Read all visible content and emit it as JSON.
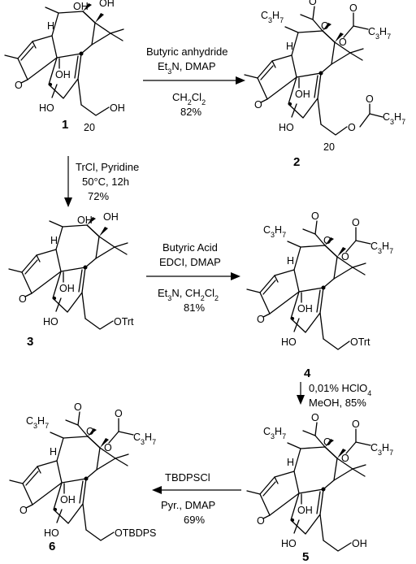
{
  "compounds": [
    {
      "id": "1",
      "c20_label": "20",
      "labels": {
        "oh_top": "OH",
        "oh_top2": "OH",
        "oh_mid": "OH",
        "ho_bottom": "HO",
        "oh_side": "OH",
        "o": "O",
        "h": "H"
      }
    },
    {
      "id": "2",
      "c20_label": "20",
      "labels": {
        "acyl_top": "C3H7",
        "acyl_top2": "C3H7",
        "acyl_side": "C3H7",
        "oh_mid": "OH",
        "ho_bottom": "HO",
        "o": "O",
        "h": "H"
      }
    },
    {
      "id": "3",
      "labels": {
        "oh_top": "OH",
        "oh_top2": "OH",
        "oh_mid": "OH",
        "ho_bottom": "HO",
        "side": "OTrt",
        "o": "O",
        "h": "H"
      }
    },
    {
      "id": "4",
      "labels": {
        "acyl_top": "C3H7",
        "acyl_top2": "C3H7",
        "oh_mid": "OH",
        "ho_bottom": "HO",
        "side": "OTrt",
        "o": "O",
        "h": "H"
      }
    },
    {
      "id": "5",
      "labels": {
        "acyl_top": "C3H7",
        "acyl_top2": "C3H7",
        "oh_mid": "OH",
        "ho_bottom": "HO",
        "side": "OH",
        "o": "O",
        "h": "H"
      }
    },
    {
      "id": "6",
      "labels": {
        "acyl_top": "C3H7",
        "acyl_top2": "C3H7",
        "oh_mid": "OH",
        "ho_bottom": "HO",
        "side": "OTBDPS",
        "o": "O",
        "h": "H"
      }
    }
  ],
  "reactions": [
    {
      "from": "1",
      "to": "2",
      "conditions": [
        "Butyric anhydride",
        "Et3N, DMAP",
        "CH2Cl2",
        "82%"
      ]
    },
    {
      "from": "1",
      "to": "3",
      "conditions": [
        "TrCl, Pyridine",
        "50°C, 12h",
        "72%"
      ]
    },
    {
      "from": "3",
      "to": "4",
      "conditions": [
        "Butyric Acid",
        "EDCI, DMAP",
        "Et3N, CH2Cl2",
        "81%"
      ]
    },
    {
      "from": "4",
      "to": "5",
      "conditions": [
        "0,01% HClO4",
        "MeOH, 85%"
      ]
    },
    {
      "from": "5",
      "to": "6",
      "conditions": [
        "TBDPSCl",
        "Pyr., DMAP",
        "69%"
      ]
    }
  ]
}
